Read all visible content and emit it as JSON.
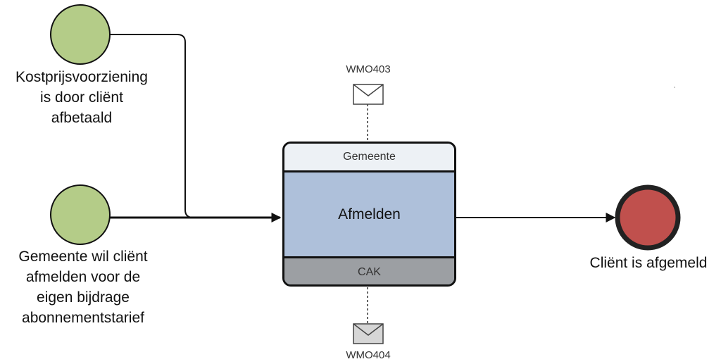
{
  "events": {
    "start_top": {
      "label": "Kostprijsvoorziening\nis door cliënt\nafbetaald",
      "color": "#b4cc88"
    },
    "start_mid": {
      "label": "Gemeente wil cliënt\nafmelden voor de\neigen bijdrage\nabonnementstarief",
      "color": "#b4cc88"
    },
    "end": {
      "label": "Cliënt is afgemeld",
      "color": "#c0504d"
    }
  },
  "task": {
    "top_participant": "Gemeente",
    "name": "Afmelden",
    "bottom_participant": "CAK"
  },
  "messages": {
    "top": "WMO403",
    "bottom": "WMO404"
  }
}
